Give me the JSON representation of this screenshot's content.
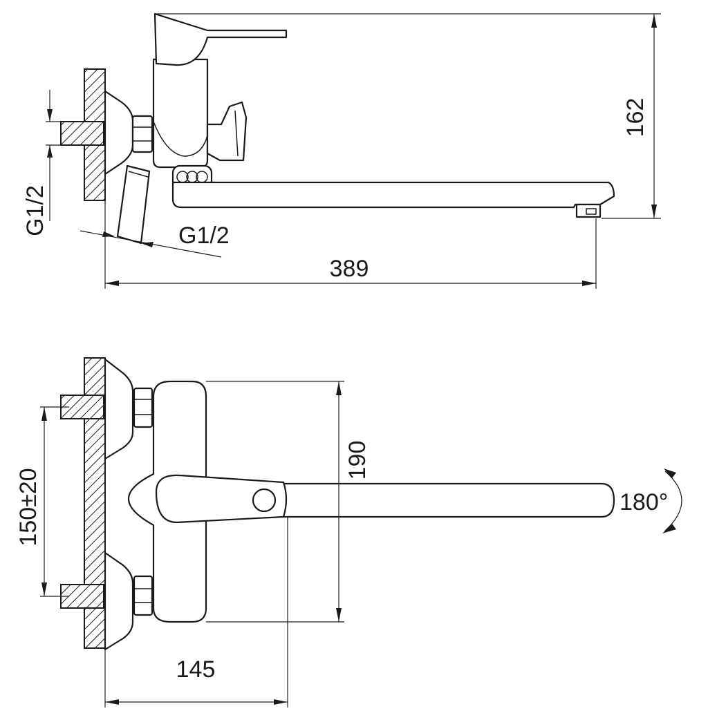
{
  "colors": {
    "line": "#1a1a1a",
    "background": "#ffffff"
  },
  "side_view": {
    "overall_height": "162",
    "overall_length": "389",
    "inlet_thread_label": "G1/2",
    "outlet_thread_label": "G1/2"
  },
  "top_view": {
    "body_height": "190",
    "inlet_spacing": "150±20",
    "wall_offset": "145",
    "spout_rotation": "180°"
  }
}
